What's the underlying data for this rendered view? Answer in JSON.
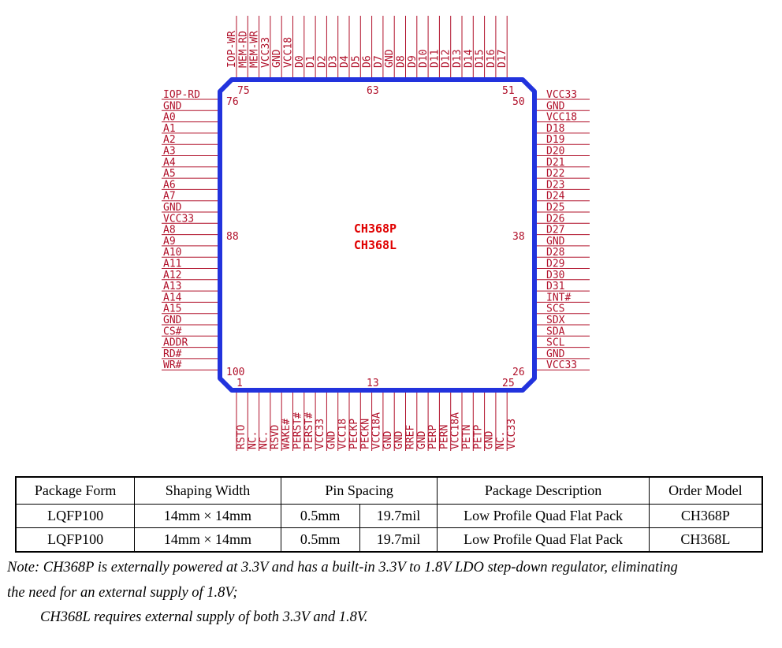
{
  "chip": {
    "models": [
      "CH368P",
      "CH368L"
    ],
    "pin_numbers": {
      "top_left": "75",
      "top_mid": "63",
      "top_right": "51",
      "right_top": "50",
      "right_mid": "38",
      "right_bottom": "26",
      "bottom_right": "25",
      "bottom_mid": "13",
      "bottom_left": "1",
      "left_bottom": "100",
      "left_mid": "88",
      "left_top": "76"
    },
    "top_pins": [
      "IOP-WR",
      "MEM-RD",
      "MEM-WR",
      "VCC33",
      "GND",
      "VCC18",
      "D0",
      "D1",
      "D2",
      "D3",
      "D4",
      "D5",
      "D6",
      "D7",
      "GND",
      "D8",
      "D9",
      "D10",
      "D11",
      "D12",
      "D13",
      "D14",
      "D15",
      "D16",
      "D17"
    ],
    "left_pins": [
      "IOP-RD",
      "GND",
      "A0",
      "A1",
      "A2",
      "A3",
      "A4",
      "A5",
      "A6",
      "A7",
      "GND",
      "VCC33",
      "A8",
      "A9",
      "A10",
      "A11",
      "A12",
      "A13",
      "A14",
      "A15",
      "GND",
      "CS#",
      "ADDR",
      "RD#",
      "WR#"
    ],
    "right_pins": [
      "VCC33",
      "GND",
      "VCC18",
      "D18",
      "D19",
      "D20",
      "D21",
      "D22",
      "D23",
      "D24",
      "D25",
      "D26",
      "D27",
      "GND",
      "D28",
      "D29",
      "D30",
      "D31",
      "INT#",
      "SCS",
      "SDX",
      "SDA",
      "SCL",
      "GND",
      "VCC33"
    ],
    "bottom_pins": [
      "RSTO",
      "NC.",
      "NC.",
      "RSVD",
      "WAKE#",
      "PERST#",
      "PERST#",
      "VCC33",
      "GND",
      "VCC18",
      "PECKP",
      "PECKN",
      "VCC18A",
      "GND",
      "GND",
      "RREF",
      "GND",
      "PERP",
      "PERN",
      "VCC18A",
      "PETN",
      "PETP",
      "GND",
      "NC.",
      "VCC33"
    ]
  },
  "table": {
    "headers": [
      "Package Form",
      "Shaping Width",
      "Pin Spacing",
      "Package Description",
      "Order Model"
    ],
    "rows": [
      [
        "LQFP100",
        "14mm × 14mm",
        "0.5mm",
        "19.7mil",
        "Low Profile Quad Flat Pack",
        "CH368P"
      ],
      [
        "LQFP100",
        "14mm × 14mm",
        "0.5mm",
        "19.7mil",
        "Low Profile Quad Flat Pack",
        "CH368L"
      ]
    ]
  },
  "note": {
    "line1": "Note: CH368P is externally powered at 3.3V and has a built-in 3.3V to 1.8V LDO step-down regulator, eliminating",
    "line2": "the need for an external supply of 1.8V;",
    "line3": "CH368L requires external supply of both 3.3V and 1.8V."
  },
  "colors": {
    "body_outline": "#2233dd",
    "pin": "#b0102a",
    "model": "#e00000"
  }
}
